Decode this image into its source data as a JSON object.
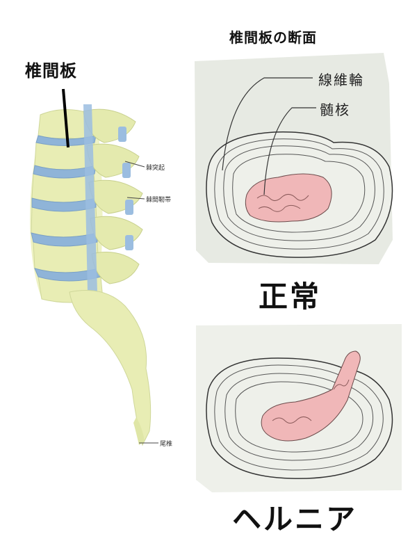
{
  "title_disc": "椎間板",
  "title_section": "椎間板の断面",
  "spine_labels": {
    "spinous_process": "棘突起",
    "interspinous_ligament": "棘間靭帯",
    "coccyx": "尾椎"
  },
  "section_labels": {
    "annulus": "線維輪",
    "nucleus": "髄核"
  },
  "captions": {
    "normal": "正常",
    "hernia": "ヘルニア"
  }
}
